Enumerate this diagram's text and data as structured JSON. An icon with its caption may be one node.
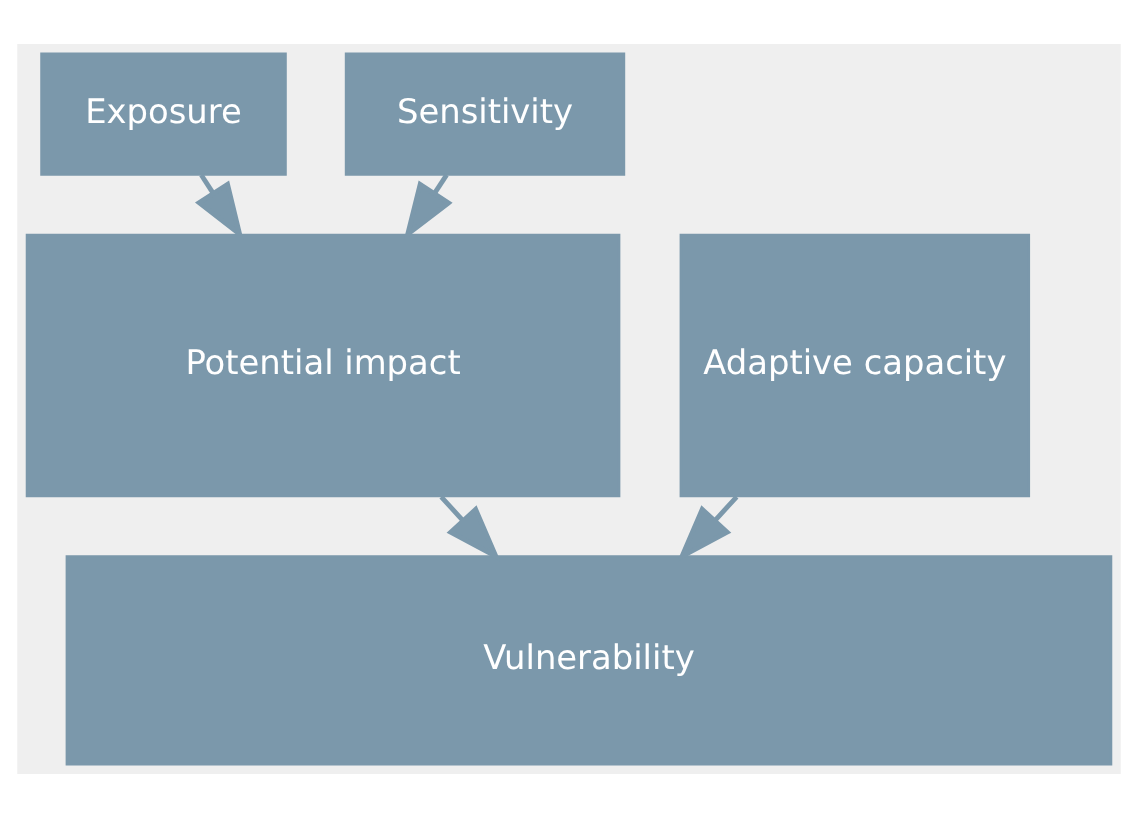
{
  "diagram": {
    "nodes": [
      {
        "text": [
          "Exposure"
        ]
      },
      {
        "text": [
          "Sensitivity"
        ]
      },
      {
        "text": [
          "Potential impact"
        ]
      },
      {
        "text": [
          "Adaptive capacity"
        ]
      },
      {
        "text": [
          "Vulnerability"
        ]
      }
    ],
    "edges": [
      {
        "from": 0,
        "to": 2,
        "arrow": "to"
      },
      {
        "from": 1,
        "to": 2,
        "arrow": "to"
      },
      {
        "from": 2,
        "to": 4,
        "arrow": "to"
      },
      {
        "from": 3,
        "to": 4,
        "arrow": "to"
      }
    ]
  }
}
